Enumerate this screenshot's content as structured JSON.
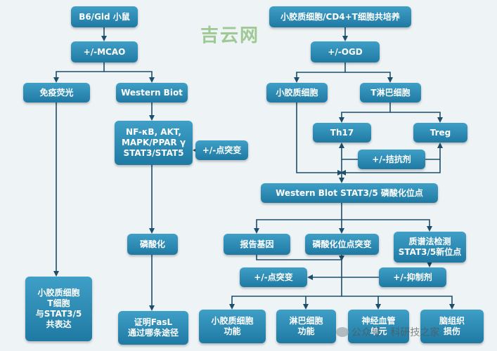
{
  "nodes": [
    {
      "id": "n1",
      "label": "B6/Gld 小鼠"
    },
    {
      "id": "n2",
      "label": "+/-MCAO"
    },
    {
      "id": "n3",
      "label": "免疫荧光"
    },
    {
      "id": "n4",
      "label": "Western Biot"
    },
    {
      "id": "n5",
      "label": "NF-κB, AKT,\nMAPK/PPAR γ\nSTAT3/STAT5"
    },
    {
      "id": "n6",
      "label": "+/-点突变"
    },
    {
      "id": "n7",
      "label": "磷酸化"
    },
    {
      "id": "n8",
      "label": "小胶质细胞\nT细胞\n与STAT3/5\n共表达"
    },
    {
      "id": "n9",
      "label": "证明FasL\n通过哪条途径"
    },
    {
      "id": "n10",
      "label": "小胶质细胞/CD4+T细胞共培养"
    },
    {
      "id": "n11",
      "label": "+/-OGD"
    },
    {
      "id": "n12",
      "label": "小胶质细胞"
    },
    {
      "id": "n13",
      "label": "T淋巴细胞"
    },
    {
      "id": "n14",
      "label": "Th17"
    },
    {
      "id": "n15",
      "label": "Treg"
    },
    {
      "id": "n16",
      "label": "+/-拮抗剂"
    },
    {
      "id": "n17",
      "label": "Western Blot STAT3/5 磷酸化位点"
    },
    {
      "id": "n18",
      "label": "报告基因"
    },
    {
      "id": "n19",
      "label": "磷酸化位点突变"
    },
    {
      "id": "n20",
      "label": "质谱法检测\nSTAT3/5新位点"
    },
    {
      "id": "n21",
      "label": "+/-点突变"
    },
    {
      "id": "n22",
      "label": "+/-抑制剂"
    },
    {
      "id": "n23",
      "label": "小胶质细胞\n功能"
    },
    {
      "id": "n24",
      "label": "淋巴细胞\n功能"
    },
    {
      "id": "n25",
      "label": "神经血管\n单元"
    },
    {
      "id": "n26",
      "label": "脑组织\n损伤"
    }
  ],
  "edges": [
    [
      "n1",
      "n2"
    ],
    [
      "n2",
      "n3"
    ],
    [
      "n2",
      "n4"
    ],
    [
      "n3",
      "n8"
    ],
    [
      "n4",
      "n5"
    ],
    [
      "n6",
      "n5"
    ],
    [
      "n5",
      "n7"
    ],
    [
      "n7",
      "n9"
    ],
    [
      "n10",
      "n11"
    ],
    [
      "n11",
      "n12"
    ],
    [
      "n11",
      "n13"
    ],
    [
      "n13",
      "n14"
    ],
    [
      "n13",
      "n15"
    ],
    [
      "n16",
      "n14"
    ],
    [
      "n16",
      "n15"
    ],
    [
      "n12",
      "n17"
    ],
    [
      "n14",
      "n17"
    ],
    [
      "n15",
      "n17"
    ],
    [
      "n17",
      "n18"
    ],
    [
      "n17",
      "n19"
    ],
    [
      "n17",
      "n20"
    ],
    [
      "n18",
      "n21"
    ],
    [
      "n19",
      "n21"
    ],
    [
      "n20",
      "n22"
    ],
    [
      "n21",
      "n23"
    ],
    [
      "n21",
      "n24"
    ],
    [
      "n22",
      "n25"
    ],
    [
      "n22",
      "n26"
    ]
  ],
  "watermark_top": "吉云网",
  "watermark_bottom": "公众号 · 科研技之家",
  "colors": {
    "node_fill": "#2a87b2",
    "edge": "#1d4e6b",
    "background": "#eef3f6"
  }
}
